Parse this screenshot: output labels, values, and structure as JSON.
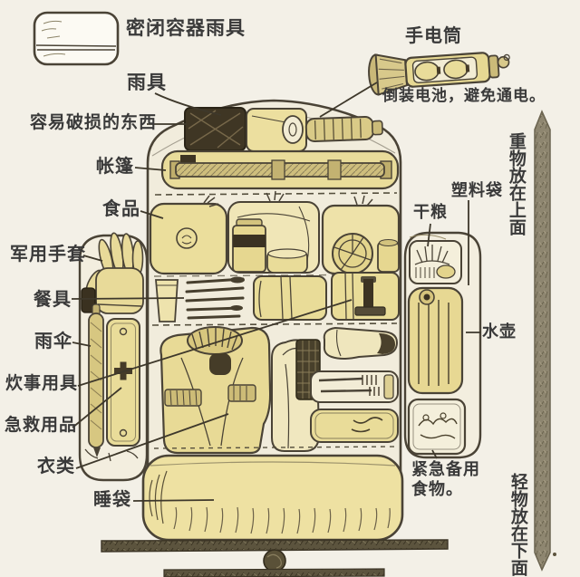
{
  "diagram": {
    "item_labels": {
      "sealed_container": "密闭容器雨具",
      "rain_gear": "雨具",
      "fragile_items": "容易破损的东西",
      "tent": "帐篷",
      "food": "食品",
      "military_gloves": "军用手套",
      "tableware": "餐具",
      "umbrella": "雨伞",
      "cooking_utensils": "炊事用具",
      "first_aid_supplies": "急救用品",
      "clothing": "衣类",
      "sleeping_bag": "睡袋",
      "flashlight": "手电筒",
      "flashlight_note": "倒装电池，避免通电。",
      "plastic_bag": "塑料袋",
      "dry_rations": "干粮",
      "water_canteen": "水壶",
      "emergency_food": "紧急备用食物。",
      "heavy_items_top": "重物放在上面",
      "light_items_bottom": "轻物放在下面"
    },
    "colors": {
      "paper_background": "#f3f0e7",
      "khaki_item_fill": "#e7d995",
      "pack_body_fill": "#f1ecdc",
      "ink_outline": "#4a4336",
      "label_text": "#3a3a3a",
      "arrow_fill": "#8e8670"
    }
  }
}
